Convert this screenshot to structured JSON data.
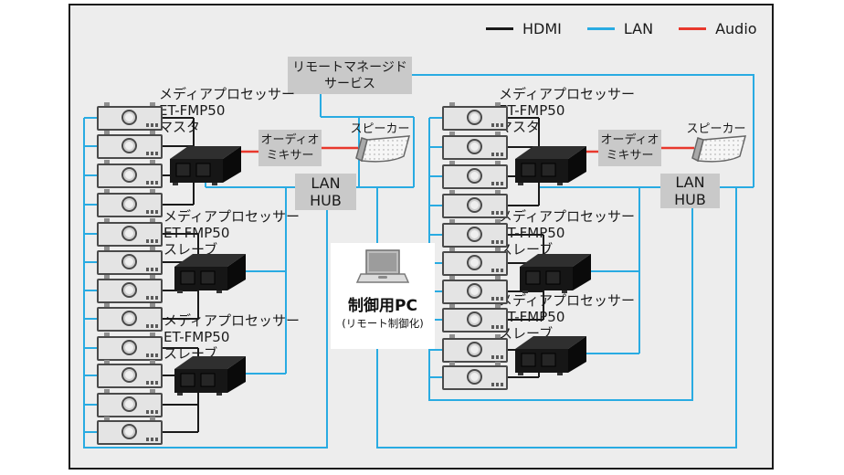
{
  "legend": {
    "hdmi": "HDMI",
    "lan": "LAN",
    "audio": "Audio"
  },
  "colors": {
    "hdmi_line": "#1a1a1a",
    "lan_line": "#29abe2",
    "audio_line": "#e8382d",
    "panel_gray": "#c9c9c9",
    "figure_background": "#ededed"
  },
  "remote_service": {
    "line1": "リモートマネージド",
    "line2": "サービス"
  },
  "labels": {
    "processor": "メディアプロセッサー",
    "model": "ET-FMP50",
    "master": "マスタ",
    "slave": "スレーブ",
    "mixer_line1": "オーディオ",
    "mixer_line2": "ミキサー",
    "speaker": "スピーカー",
    "hub_line1": "LAN",
    "hub_line2": "HUB"
  },
  "pc": {
    "title": "制御用PC",
    "subtitle": "(リモート制御化)"
  }
}
